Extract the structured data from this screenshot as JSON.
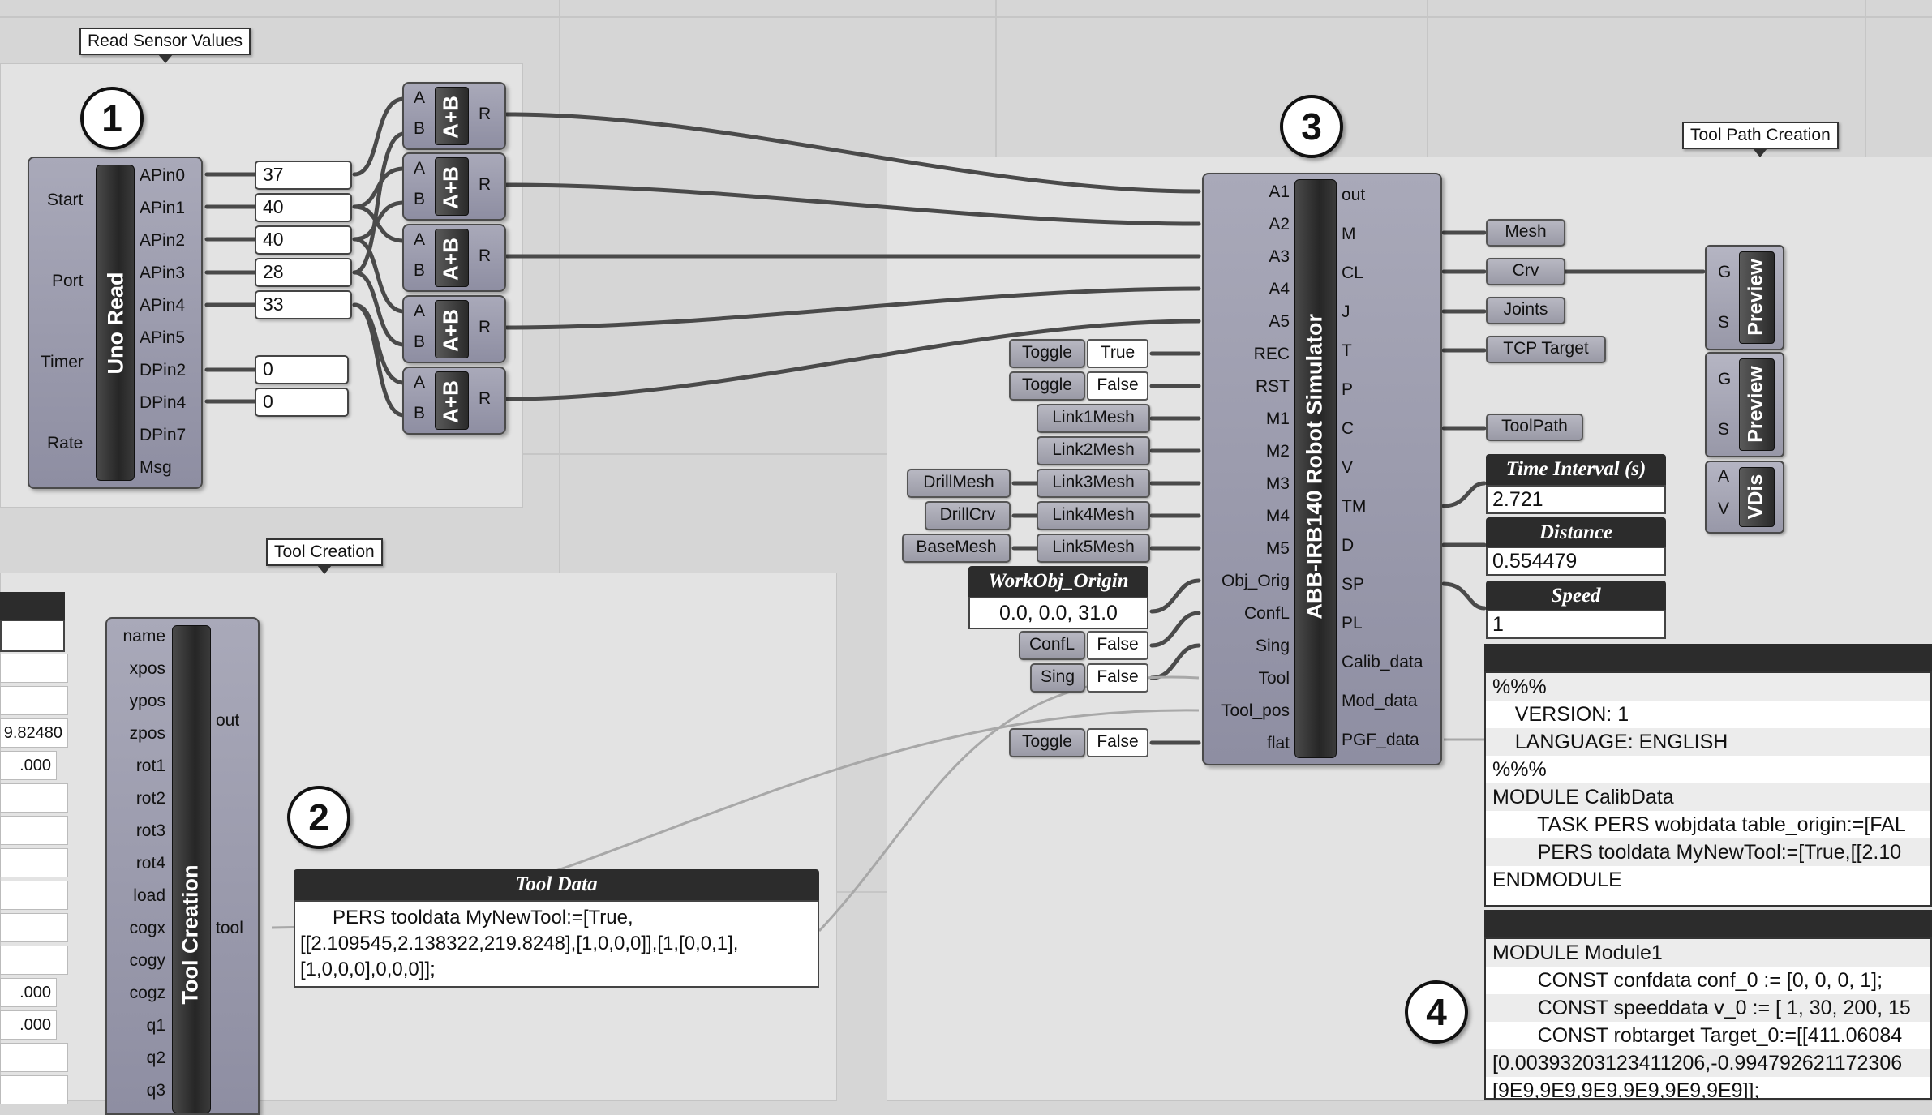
{
  "groups": {
    "read_sensor_values": "Read Sensor Values",
    "tool_path_creation": "Tool Path Creation",
    "tool_creation": "Tool Creation"
  },
  "markers": [
    "1",
    "2",
    "3",
    "4"
  ],
  "uno_read": {
    "title": "Uno Read",
    "inputs": [
      "Start",
      "Port",
      "Timer",
      "Rate"
    ],
    "outputs": [
      "APin0",
      "APin1",
      "APin2",
      "APin3",
      "APin4",
      "APin5",
      "DPin2",
      "DPin4",
      "DPin7",
      "Msg"
    ],
    "values": [
      "37",
      "40",
      "40",
      "28",
      "33",
      "0",
      "0"
    ]
  },
  "adders": {
    "label": "A+B",
    "in_a": "A",
    "in_b": "B",
    "out": "R"
  },
  "robot": {
    "title": "ABB-IRB140 Robot Simulator",
    "inputs": [
      "A1",
      "A2",
      "A3",
      "A4",
      "A5",
      "REC",
      "RST",
      "M1",
      "M2",
      "M3",
      "M4",
      "M5",
      "Obj_Orig",
      "ConfL",
      "Sing",
      "Tool",
      "Tool_pos",
      "flat"
    ],
    "outputs": [
      "out",
      "M",
      "CL",
      "J",
      "T",
      "P",
      "C",
      "V",
      "TM",
      "D",
      "SP",
      "PL",
      "Calib_data",
      "Mod_data",
      "PGF_data"
    ]
  },
  "left_params": {
    "toggle_label": "Toggle",
    "rec_value": "True",
    "rst_value": "False",
    "flat_value": "False",
    "link_meshes": [
      "Link1Mesh",
      "Link2Mesh",
      "Link3Mesh",
      "Link4Mesh",
      "Link5Mesh"
    ],
    "drill_mesh": "DrillMesh",
    "drill_crv": "DrillCrv",
    "base_mesh": "BaseMesh",
    "workobj_title": "WorkObj_Origin",
    "workobj_value": "0.0, 0.0, 31.0",
    "confl_label": "ConfL",
    "confl_value": "False",
    "sing_label": "Sing",
    "sing_value": "False"
  },
  "right_params": {
    "mesh": "Mesh",
    "crv": "Crv",
    "joints": "Joints",
    "tcp_target": "TCP Target",
    "toolpath": "ToolPath",
    "time_interval_title": "Time Interval (s)",
    "time_interval_value": "2.721",
    "distance_title": "Distance",
    "distance_value": "0.554479",
    "speed_title": "Speed",
    "speed_value": "1",
    "preview_label": "Preview",
    "preview_g": "G",
    "preview_s": "S",
    "vdis_label": "VDis",
    "vdis_a": "A",
    "vdis_v": "V"
  },
  "calib_panel": [
    "%%%",
    "    VERSION: 1",
    "    LANGUAGE: ENGLISH",
    "%%%",
    "MODULE CalibData",
    "        TASK PERS wobjdata table_origin:=[FAL",
    "        PERS tooldata MyNewTool:=[True,[[2.10",
    "ENDMODULE"
  ],
  "module_panel": [
    "MODULE Module1",
    "        CONST confdata conf_0 := [0, 0, 0, 1];",
    "        CONST speeddata v_0 := [ 1, 30, 200, 15",
    "        CONST robtarget Target_0:=[[411.06084",
    "[0.00393203123411206,-0.994792621172306",
    "[9E9,9E9,9E9,9E9,9E9,9E9]];"
  ],
  "tool_creation": {
    "title": "Tool Creation",
    "inputs": [
      "name",
      "xpos",
      "ypos",
      "zpos",
      "rot1",
      "rot2",
      "rot3",
      "rot4",
      "load",
      "cogx",
      "cogy",
      "cogz",
      "q1",
      "q2",
      "q3"
    ],
    "outputs": [
      "out",
      "tool"
    ],
    "left_values": [
      "9.82480",
      ".000",
      ".000",
      ".000"
    ]
  },
  "tool_data": {
    "title": "Tool Data",
    "lines": [
      "      PERS tooldata MyNewTool:=[True,",
      "[[2.109545,2.138322,219.8248],[1,0,0,0]],[1,[0,0,1],",
      "[1,0,0,0],0,0,0]];"
    ]
  }
}
